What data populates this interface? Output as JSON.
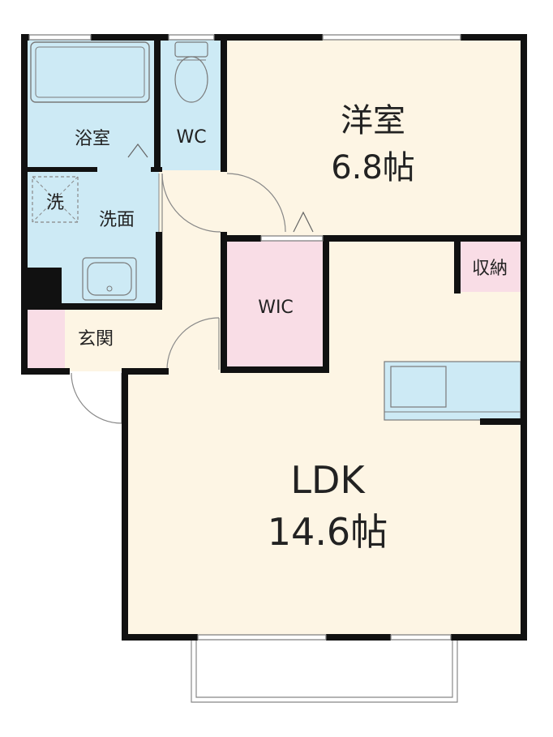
{
  "colors": {
    "wall": "#111111",
    "living_floor": "#fdf5e4",
    "wet_area": "#cdeaf5",
    "storage": "#f9dde6",
    "background": "#ffffff"
  },
  "rooms": {
    "western_room": {
      "name": "洋室",
      "size": "6.8帖"
    },
    "ldk": {
      "name": "LDK",
      "size": "14.6帖"
    },
    "bathroom": {
      "name": "浴室"
    },
    "toilet": {
      "name": "WC"
    },
    "washroom": {
      "name": "洗面"
    },
    "washer": {
      "name": "洗"
    },
    "walk_in_closet": {
      "name": "WIC"
    },
    "storage": {
      "name": "収納"
    },
    "entrance": {
      "name": "玄関"
    }
  },
  "icons": [
    "bathtub-icon",
    "toilet-icon",
    "washbasin-icon",
    "washer-icon",
    "kitchen-sink-icon",
    "door-swing-icon"
  ]
}
